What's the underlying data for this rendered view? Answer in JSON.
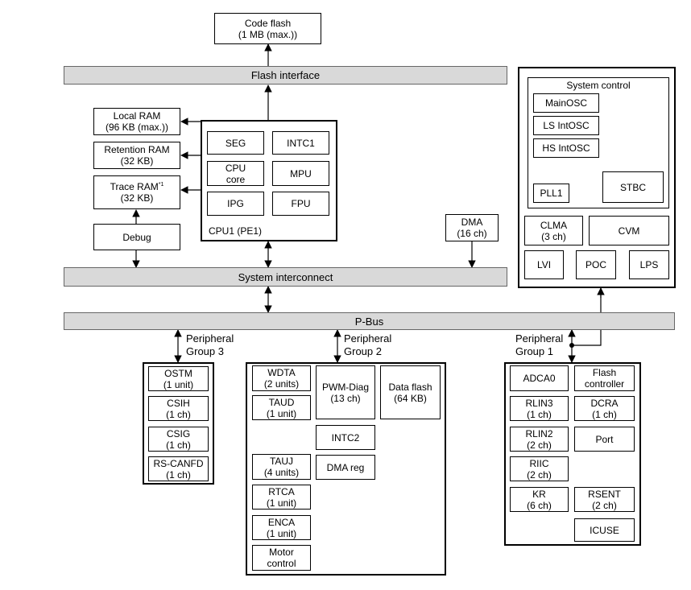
{
  "code_flash": {
    "line1": "Code flash",
    "line2": "(1 MB (max.))"
  },
  "flash_interface": "Flash interface",
  "local_ram": {
    "line1": "Local RAM",
    "line2": "(96 KB (max.))"
  },
  "retention_ram": {
    "line1": "Retention RAM",
    "line2": "(32 KB)"
  },
  "trace_ram": {
    "line1": "Trace RAM",
    "sup": "*1",
    "line2": "(32 KB)"
  },
  "debug": "Debug",
  "cpu": {
    "label": "CPU1 (PE1)",
    "seg": "SEG",
    "intc1": "INTC1",
    "core_line1": "CPU",
    "core_line2": "core",
    "mpu": "MPU",
    "ipg": "IPG",
    "fpu": "FPU"
  },
  "dma": {
    "line1": "DMA",
    "line2": "(16 ch)"
  },
  "system_interconnect": "System interconnect",
  "pbus": "P-Bus",
  "system_control": {
    "title": "System control",
    "mainosc": "MainOSC",
    "ls_intosc": "LS IntOSC",
    "hs_intosc": "HS IntOSC",
    "pll1": "PLL1",
    "stbc": "STBC",
    "clma_line1": "CLMA",
    "clma_line2": "(3 ch)",
    "cvm": "CVM",
    "lvi": "LVI",
    "poc": "POC",
    "lps": "LPS"
  },
  "group3": {
    "label_line1": "Peripheral",
    "label_line2": "Group 3",
    "ostm": {
      "line1": "OSTM",
      "line2": "(1 unit)"
    },
    "csih": {
      "line1": "CSIH",
      "line2": "(1 ch)"
    },
    "csig": {
      "line1": "CSIG",
      "line2": "(1 ch)"
    },
    "rscanfd": {
      "line1": "RS-CANFD",
      "line2": "(1 ch)"
    }
  },
  "group2": {
    "label_line1": "Peripheral",
    "label_line2": "Group 2",
    "wdta": {
      "line1": "WDTA",
      "line2": "(2 units)"
    },
    "taud": {
      "line1": "TAUD",
      "line2": "(1 unit)"
    },
    "tauj": {
      "line1": "TAUJ",
      "line2": "(4 units)"
    },
    "rtca": {
      "line1": "RTCA",
      "line2": "(1 unit)"
    },
    "enca": {
      "line1": "ENCA",
      "line2": "(1 unit)"
    },
    "motor": {
      "line1": "Motor",
      "line2": "control"
    },
    "pwmdiag": {
      "line1": "PWM-Diag",
      "line2": "(13 ch)"
    },
    "intc2": "INTC2",
    "dmareg": "DMA reg",
    "dataflash": {
      "line1": "Data flash",
      "line2": "(64 KB)"
    }
  },
  "group1": {
    "label_line1": "Peripheral",
    "label_line2": "Group 1",
    "adca0": "ADCA0",
    "flashctl": {
      "line1": "Flash",
      "line2": "controller"
    },
    "rlin3": {
      "line1": "RLIN3",
      "line2": "(1 ch)"
    },
    "dcra": {
      "line1": "DCRA",
      "line2": "(1 ch)"
    },
    "rlin2": {
      "line1": "RLIN2",
      "line2": "(2 ch)"
    },
    "port": "Port",
    "riic": {
      "line1": "RIIC",
      "line2": "(2 ch)"
    },
    "kr": {
      "line1": "KR",
      "line2": "(6 ch)"
    },
    "rsent": {
      "line1": "RSENT",
      "line2": "(2 ch)"
    },
    "icuse": "ICUSE"
  }
}
